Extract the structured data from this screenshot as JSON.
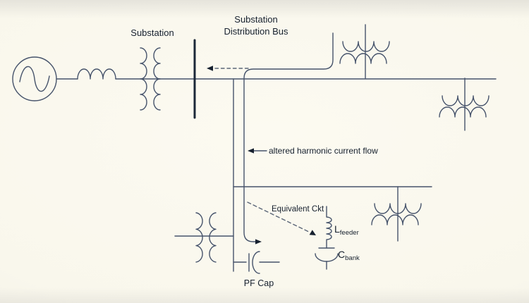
{
  "diagram": {
    "type": "electrical-one-line-schematic",
    "topic": "Altered harmonic current flow through substation feeder with power-factor capacitor",
    "colors": {
      "background": "#f9f7ec",
      "line": "#46536b",
      "bus_bar": "#1b2838",
      "text": "#16202e",
      "arrow": "#16202e",
      "dashed": "#5a6577"
    },
    "labels": {
      "substation": "Substation",
      "distribution_bus": {
        "line1": "Substation",
        "line2": "Distribution Bus"
      },
      "altered_flow": "altered harmonic current flow",
      "equivalent_ckt": "Equivalent Ckt",
      "inductor": {
        "symbol": "L",
        "subscript": "feeder"
      },
      "capacitor": {
        "symbol": "C",
        "subscript": "bank"
      },
      "pf_cap": "PF Cap"
    },
    "symbols": [
      "ac-generator",
      "source-inductor",
      "substation-transformer",
      "distribution-bus-bar",
      "feeder-transformer-top",
      "feeder-transformer-right",
      "feeder-transformer-lower",
      "load-transformer",
      "pf-capacitor",
      "equivalent-feeder-inductor",
      "equivalent-capacitor-bank"
    ]
  }
}
